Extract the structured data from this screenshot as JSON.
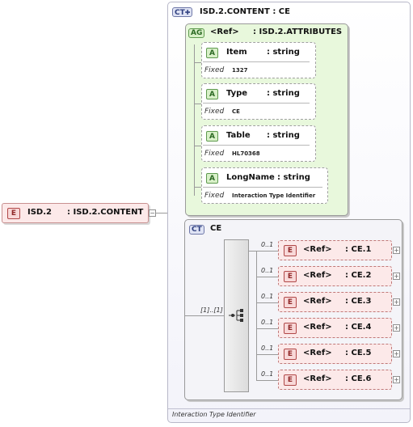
{
  "root_element": {
    "badge": "E",
    "name": "ISD.2",
    "type": ": ISD.2.CONTENT"
  },
  "content_type": {
    "badge": "CT",
    "title": "ISD.2.CONTENT : CE"
  },
  "attribute_group": {
    "badge": "AG",
    "ref": "<Ref>",
    "type": ": ISD.2.ATTRIBUTES"
  },
  "attributes": [
    {
      "badge": "A",
      "name": "Item",
      "type": ": string",
      "fixed_label": "Fixed",
      "fixed_value": "1327"
    },
    {
      "badge": "A",
      "name": "Type",
      "type": ": string",
      "fixed_label": "Fixed",
      "fixed_value": "CE"
    },
    {
      "badge": "A",
      "name": "Table",
      "type": ": string",
      "fixed_label": "Fixed",
      "fixed_value": "HL70368"
    },
    {
      "badge": "A",
      "name": "LongName",
      "type": ": string",
      "fixed_label": "Fixed",
      "fixed_value": "Interaction Type Identifier"
    }
  ],
  "ce_type": {
    "badge": "CT",
    "title": "CE"
  },
  "sequence_multiplicity": "[1]..[1]",
  "children": [
    {
      "badge": "E",
      "ref": "<Ref>",
      "type": ": CE.1",
      "multiplicity": "0..1"
    },
    {
      "badge": "E",
      "ref": "<Ref>",
      "type": ": CE.2",
      "multiplicity": "0..1"
    },
    {
      "badge": "E",
      "ref": "<Ref>",
      "type": ": CE.3",
      "multiplicity": "0..1"
    },
    {
      "badge": "E",
      "ref": "<Ref>",
      "type": ": CE.4",
      "multiplicity": "0..1"
    },
    {
      "badge": "E",
      "ref": "<Ref>",
      "type": ": CE.5",
      "multiplicity": "0..1"
    },
    {
      "badge": "E",
      "ref": "<Ref>",
      "type": ": CE.6",
      "multiplicity": "0..1"
    }
  ],
  "footer_text": "Interaction Type Identifier",
  "expander_symbol": "+",
  "collapse_symbol": "−"
}
